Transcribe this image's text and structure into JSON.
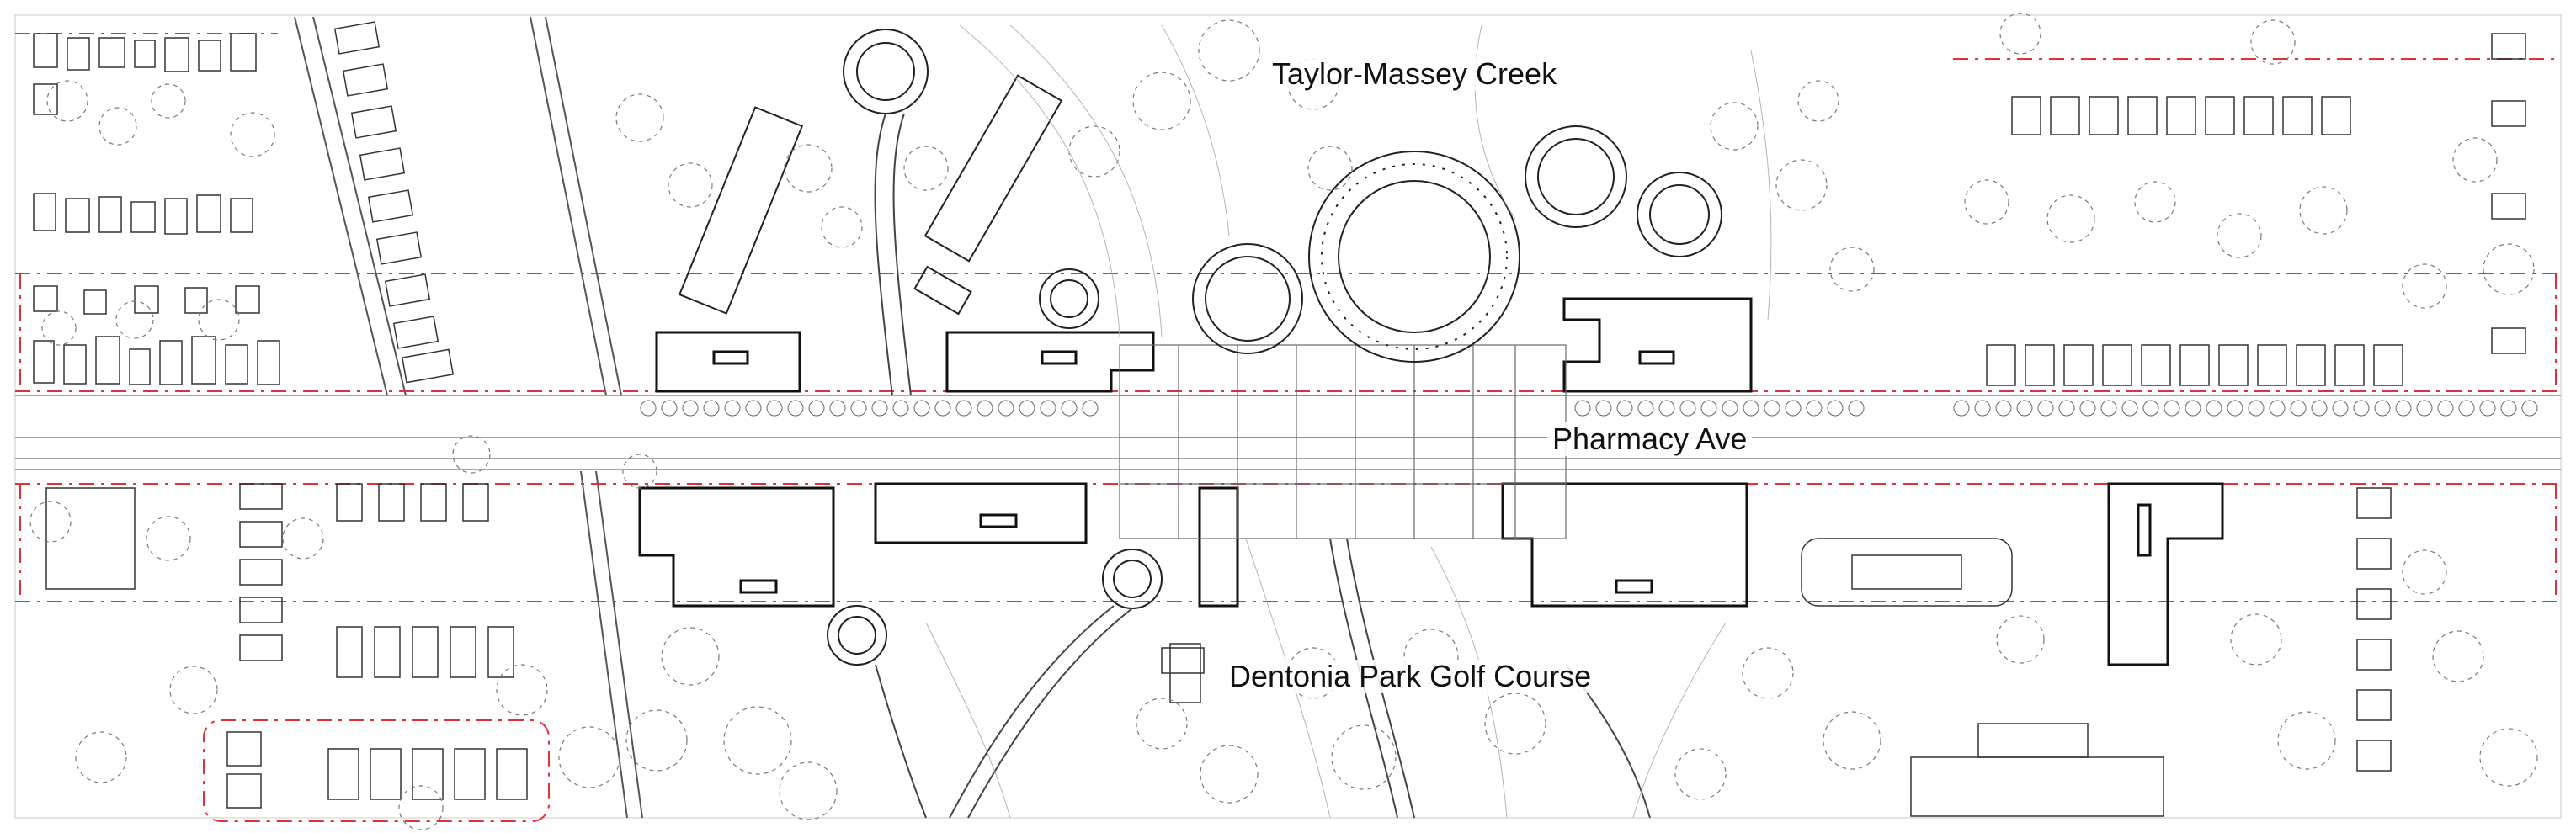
{
  "map": {
    "labels": {
      "creek": "Taylor-Massey Creek",
      "avenue": "Pharmacy Ave",
      "golf_course": "Dentonia Park Golf Course"
    },
    "colors": {
      "background": "#ffffff",
      "linework": "#3a3a3a",
      "light_linework": "#9a9a9a",
      "property_lines": "#e0313a",
      "tree_canopy": "#6b6b6b"
    }
  }
}
